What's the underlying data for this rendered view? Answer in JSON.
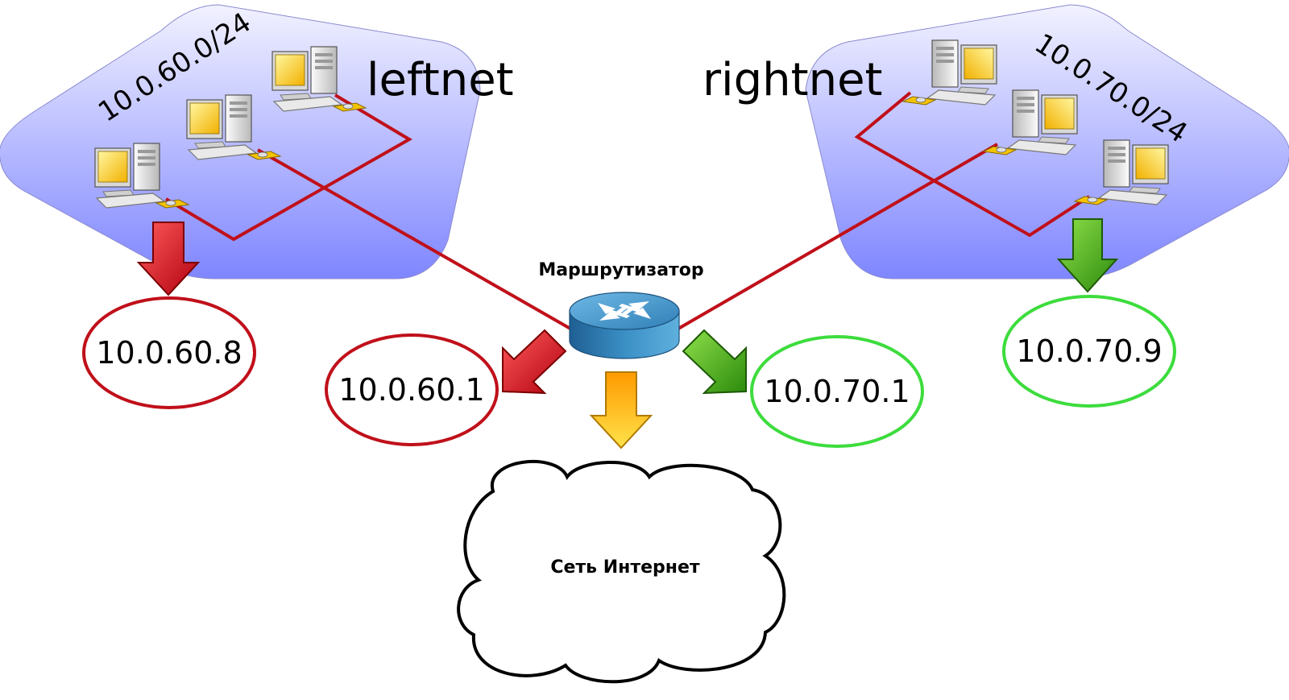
{
  "networks": {
    "left": {
      "name": "leftnet",
      "subnet": "10.0.60.0/24",
      "host_ip": "10.0.60.8",
      "gateway_ip": "10.0.60.1",
      "color": "#c0101a"
    },
    "right": {
      "name": "rightnet",
      "subnet": "10.0.70.0/24",
      "host_ip": "10.0.70.9",
      "gateway_ip": "10.0.70.1",
      "color": "#3ddc3d"
    }
  },
  "router": {
    "label": "Маршрутизатор",
    "icon": "router-icon",
    "color": "#3a8fc4"
  },
  "internet": {
    "label": "Сеть Интернет",
    "icon": "cloud-icon"
  },
  "colors": {
    "zone_fill": "#9fa5ff",
    "cable": "#c0101a",
    "arrow_red": "#d01818",
    "arrow_green": "#3aa012",
    "arrow_orange": "#f7b400"
  }
}
